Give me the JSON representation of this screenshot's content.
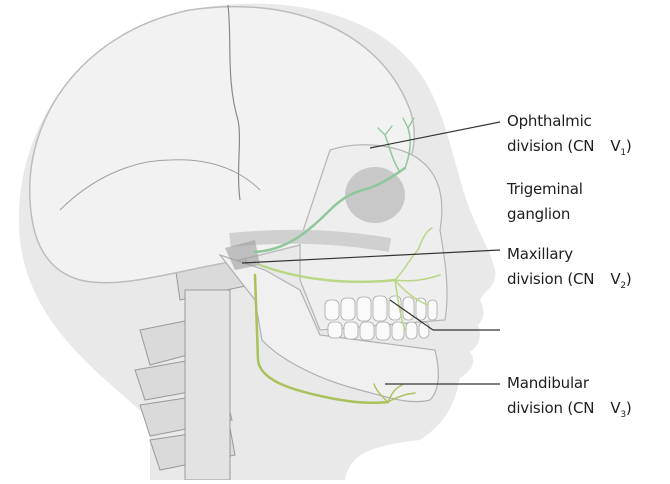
{
  "diagram": {
    "subject": "Trigeminal nerve (CN V) on lateral skull",
    "colors": {
      "background": "#ffffff",
      "head_silhouette": "#e9e9e9",
      "bone": "#f1f1f1",
      "bone_shadow": "#c9c9c9",
      "ophthalmic_nerve": "#8fc79a",
      "maxillary_nerve": "#b9d784",
      "mandibular_nerve": "#a9c25a",
      "leader_line": "#333333",
      "label_text": "#1e1e1e"
    },
    "labels": [
      {
        "id": "ophthalmic",
        "line1": "Ophthalmic",
        "line2": "division (CN",
        "roman": "V",
        "sub": "1"
      },
      {
        "id": "ganglion",
        "line1": "Trigeminal",
        "line2": "ganglion"
      },
      {
        "id": "maxillary",
        "line1": "Maxillary",
        "line2": "division (CN",
        "roman": "V",
        "sub": "2"
      },
      {
        "id": "mandibular",
        "line1": "Mandibular",
        "line2": "division (CN",
        "roman": "V",
        "sub": "3"
      }
    ]
  }
}
